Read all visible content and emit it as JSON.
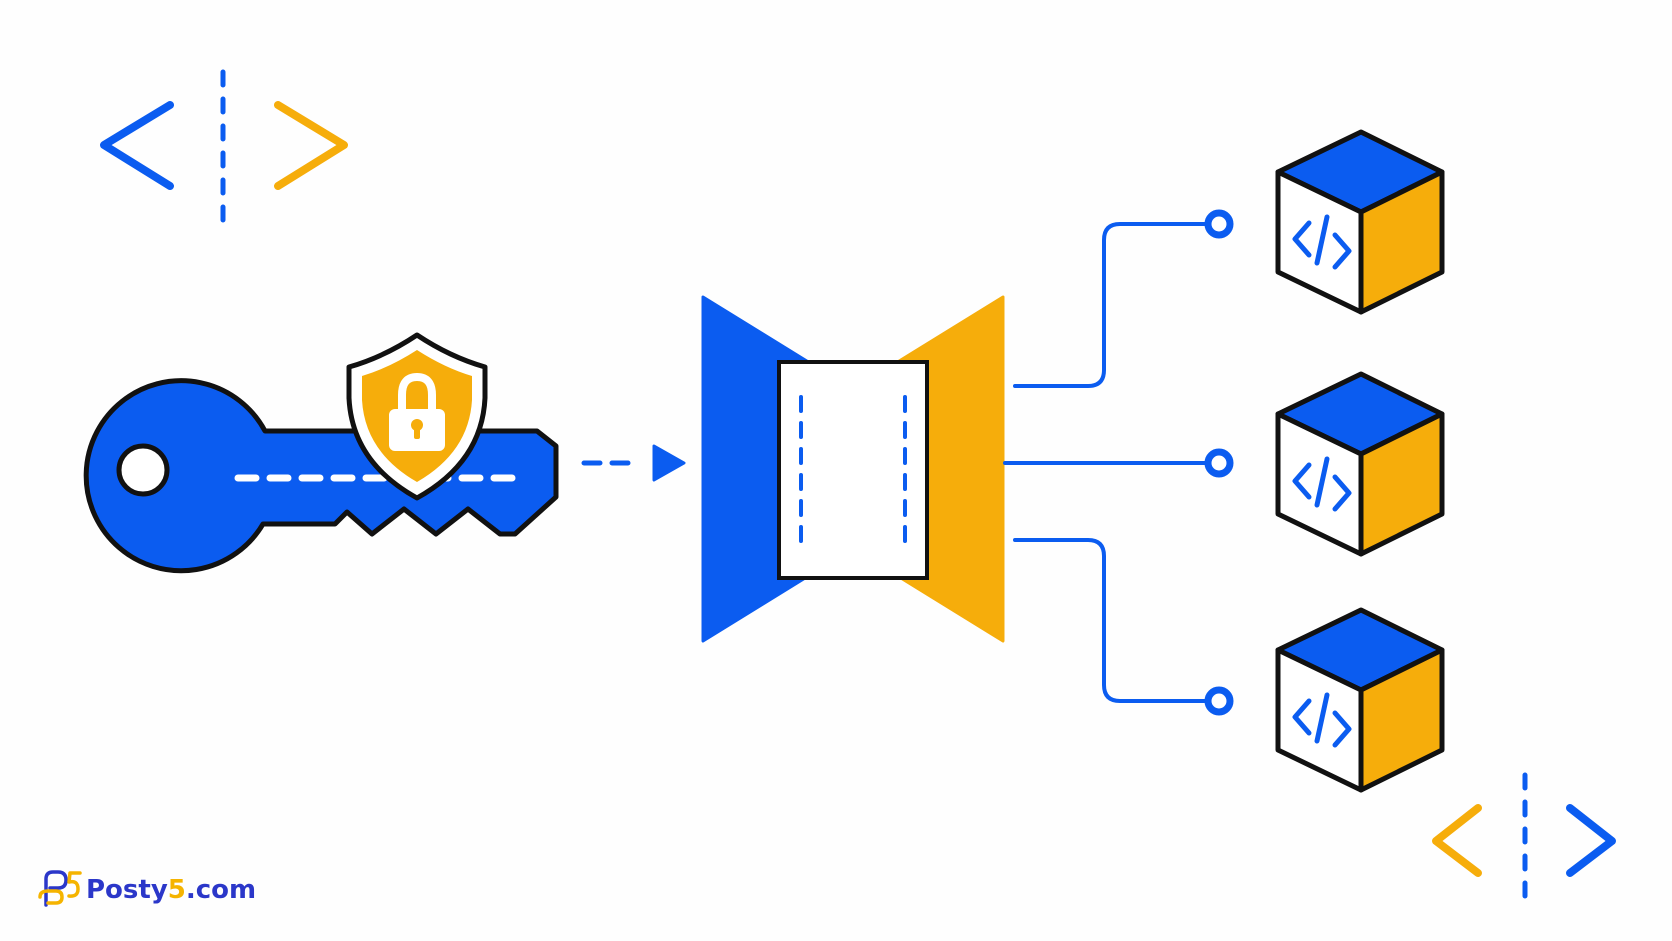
{
  "watermark": {
    "name_part": "Posty",
    "digit_part": "5",
    "domain_part": ".com"
  },
  "colors": {
    "blue": "#0b5cf0",
    "gold": "#f6ad0b",
    "outline": "#111111",
    "white": "#ffffff",
    "brand_blue": "#2b37c9",
    "brand_gold": "#f5b400"
  },
  "icons": {
    "key": "key-icon",
    "shield": "shield-icon",
    "lock": "padlock-icon",
    "gateway": "gateway-icon",
    "service": "code-cube-icon",
    "code_bracket": "code-bracket-icon"
  },
  "services": [
    {
      "id": "service-1"
    },
    {
      "id": "service-2"
    },
    {
      "id": "service-3"
    }
  ]
}
